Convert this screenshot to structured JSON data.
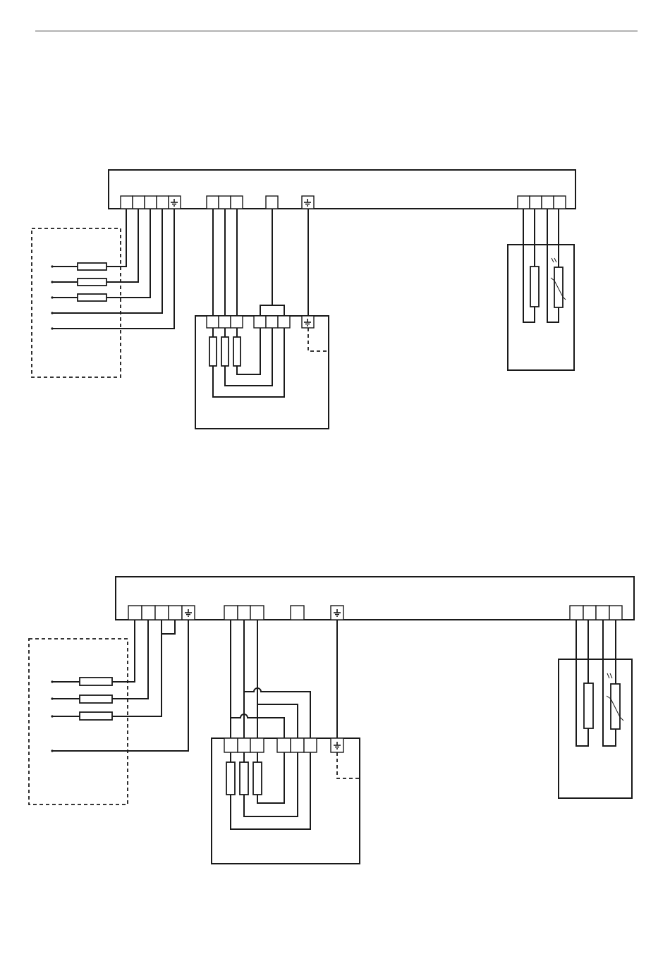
{
  "figure": {
    "kind": "wiring-diagram",
    "panels": [
      {
        "id": "upper",
        "supply_fuses": 3,
        "supply_conductors": 5,
        "bridge_links": 0
      },
      {
        "id": "lower",
        "supply_fuses": 3,
        "supply_conductors": 4,
        "bridge_links": 1
      }
    ]
  },
  "colors": {
    "line": "#1a1a1a",
    "rule": "#9a9a9a",
    "background": "#ffffff"
  },
  "icons": [
    "earth-ground-icon",
    "fuse-icon",
    "heating-element-icon",
    "thermistor-icon"
  ]
}
